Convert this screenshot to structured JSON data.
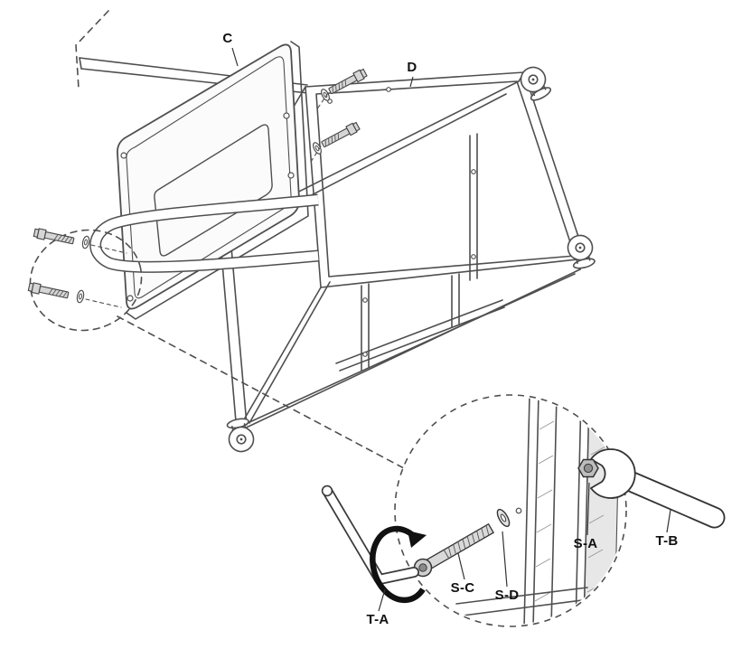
{
  "diagram": {
    "labels": {
      "panel": "C",
      "frame": "D",
      "nut": "S-A",
      "bolt": "S-C",
      "washer": "S-D",
      "hex_key": "T-A",
      "wrench": "T-B"
    },
    "colors": {
      "background": "#ffffff",
      "line": "#4f4f4f",
      "label": "#111111",
      "arrow": "#111111",
      "tool_outline": "#333333",
      "panel_fill": "#fbfbfb",
      "metal_fill": "#d6d6d6",
      "shaded_fill": "#e7e7e7"
    }
  }
}
